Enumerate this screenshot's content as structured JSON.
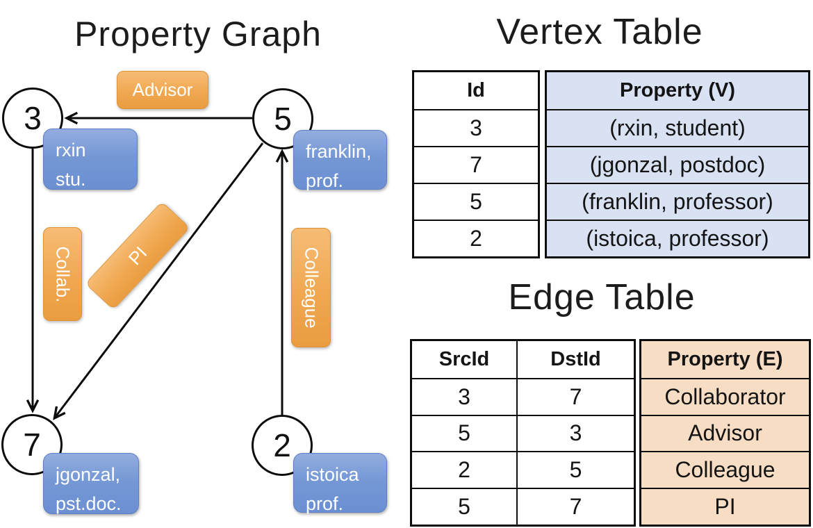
{
  "titles": {
    "graph": "Property Graph",
    "vertex_table": "Vertex Table",
    "edge_table": "Edge Table"
  },
  "graph": {
    "nodes": {
      "n3": "3",
      "n5": "5",
      "n7": "7",
      "n2": "2"
    },
    "vertex_boxes": {
      "v3": {
        "l1": "rxin",
        "l2": "stu."
      },
      "v5": {
        "l1": "franklin,",
        "l2": "prof."
      },
      "v7": {
        "l1": "jgonzal,",
        "l2": "pst.doc."
      },
      "v2": {
        "l1": "istoica",
        "l2": "prof."
      }
    },
    "edge_labels": {
      "advisor": "Advisor",
      "collab": "Collab.",
      "colleague": "Colleague",
      "pi": "PI"
    }
  },
  "vertex_table": {
    "headers": {
      "id": "Id",
      "property": "Property (V)"
    },
    "rows": [
      {
        "id": "3",
        "property": "(rxin, student)"
      },
      {
        "id": "7",
        "property": "(jgonzal, postdoc)"
      },
      {
        "id": "5",
        "property": "(franklin, professor)"
      },
      {
        "id": "2",
        "property": "(istoica, professor)"
      }
    ]
  },
  "edge_table": {
    "headers": {
      "src": "SrcId",
      "dst": "DstId",
      "property": "Property (E)"
    },
    "rows": [
      {
        "src": "3",
        "dst": "7",
        "property": "Collaborator"
      },
      {
        "src": "5",
        "dst": "3",
        "property": "Advisor"
      },
      {
        "src": "2",
        "dst": "5",
        "property": "Colleague"
      },
      {
        "src": "5",
        "dst": "7",
        "property": "PI"
      }
    ]
  },
  "colors": {
    "edge_stroke": "#0c0c0c",
    "node_fill": "#ffffff",
    "blue_box": "#7b9bd6",
    "orange_box": "#f0a851",
    "vertex_property_fill": "#d8e2f3",
    "edge_property_fill": "#f6ddc3"
  }
}
